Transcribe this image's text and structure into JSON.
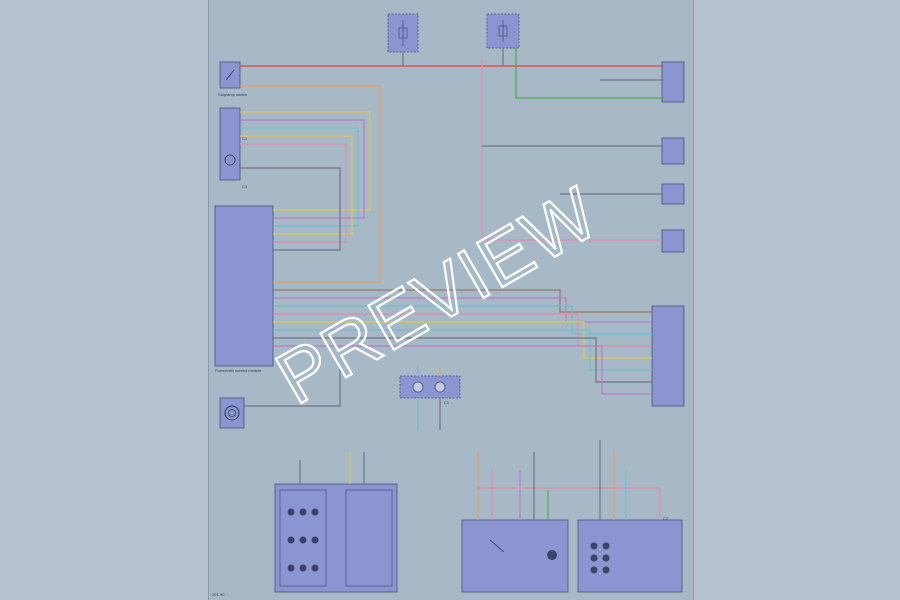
{
  "watermark": {
    "text": "PREVIEW"
  },
  "diagram": {
    "page_number": "201-90",
    "components": {
      "left_switch_caption": "Stoplamp switch",
      "c1": "C1",
      "c1_bottom": "C1",
      "pcm_label": "Powertrain control module",
      "bottom_right_connector": "C2",
      "center_connector": "C1"
    },
    "wire_colors": {
      "red": "#e0433c",
      "orange": "#e8a064",
      "green": "#48b04a",
      "yellow": "#dcc85a",
      "violet": "#c078c8",
      "pink": "#e38cab",
      "teal": "#6cc0d0",
      "brown": "#9a7a58",
      "gray": "#6e7682",
      "blue": "#6a8ac8"
    }
  }
}
